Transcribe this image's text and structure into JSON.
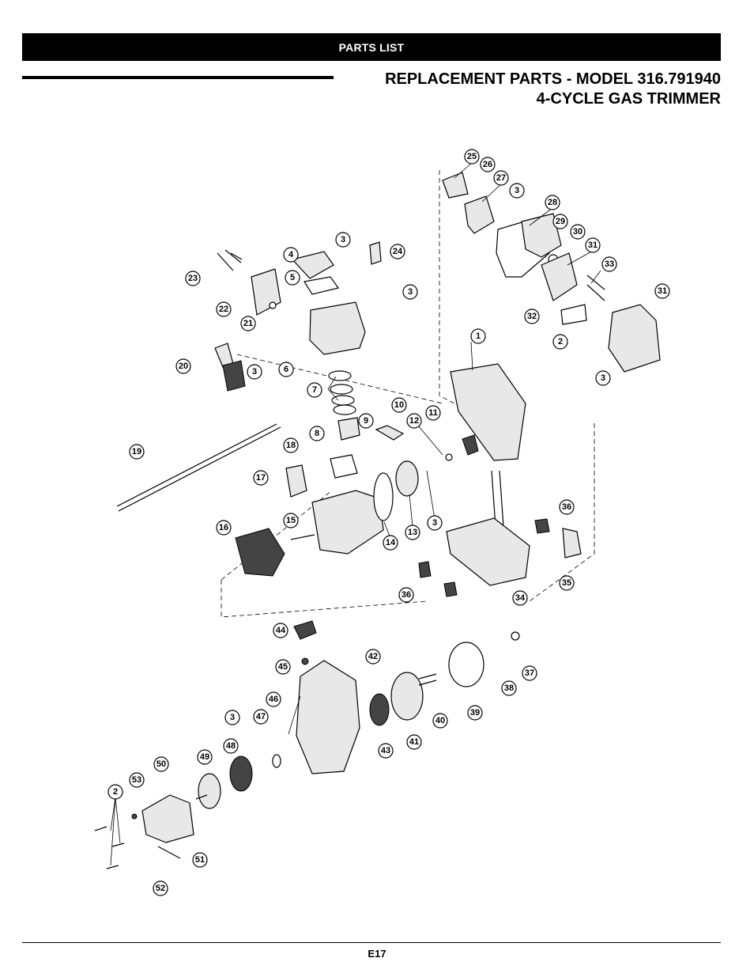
{
  "header": {
    "section_label": "PARTS LIST"
  },
  "title": {
    "line1": "REPLACEMENT PARTS - MODEL 316.791940",
    "line2": "4-CYCLE GAS TRIMMER"
  },
  "footer": {
    "page_number": "E17"
  },
  "callouts": [
    {
      "label": "25"
    },
    {
      "label": "26"
    },
    {
      "label": "27"
    },
    {
      "label": "3"
    },
    {
      "label": "28"
    },
    {
      "label": "29"
    },
    {
      "label": "30"
    },
    {
      "label": "31"
    },
    {
      "label": "33"
    },
    {
      "label": "31"
    },
    {
      "label": "32"
    },
    {
      "label": "3"
    },
    {
      "label": "24"
    },
    {
      "label": "4"
    },
    {
      "label": "23"
    },
    {
      "label": "5"
    },
    {
      "label": "3"
    },
    {
      "label": "22"
    },
    {
      "label": "21"
    },
    {
      "label": "1"
    },
    {
      "label": "2"
    },
    {
      "label": "3"
    },
    {
      "label": "20"
    },
    {
      "label": "3"
    },
    {
      "label": "6"
    },
    {
      "label": "7"
    },
    {
      "label": "10"
    },
    {
      "label": "11"
    },
    {
      "label": "12"
    },
    {
      "label": "9"
    },
    {
      "label": "8"
    },
    {
      "label": "19"
    },
    {
      "label": "18"
    },
    {
      "label": "17"
    },
    {
      "label": "36"
    },
    {
      "label": "15"
    },
    {
      "label": "14"
    },
    {
      "label": "13"
    },
    {
      "label": "3"
    },
    {
      "label": "16"
    },
    {
      "label": "35"
    },
    {
      "label": "36"
    },
    {
      "label": "34"
    },
    {
      "label": "44"
    },
    {
      "label": "37"
    },
    {
      "label": "45"
    },
    {
      "label": "42"
    },
    {
      "label": "38"
    },
    {
      "label": "46"
    },
    {
      "label": "39"
    },
    {
      "label": "40"
    },
    {
      "label": "41"
    },
    {
      "label": "43"
    },
    {
      "label": "3"
    },
    {
      "label": "47"
    },
    {
      "label": "48"
    },
    {
      "label": "49"
    },
    {
      "label": "50"
    },
    {
      "label": "53"
    },
    {
      "label": "2"
    },
    {
      "label": "51"
    },
    {
      "label": "52"
    }
  ]
}
